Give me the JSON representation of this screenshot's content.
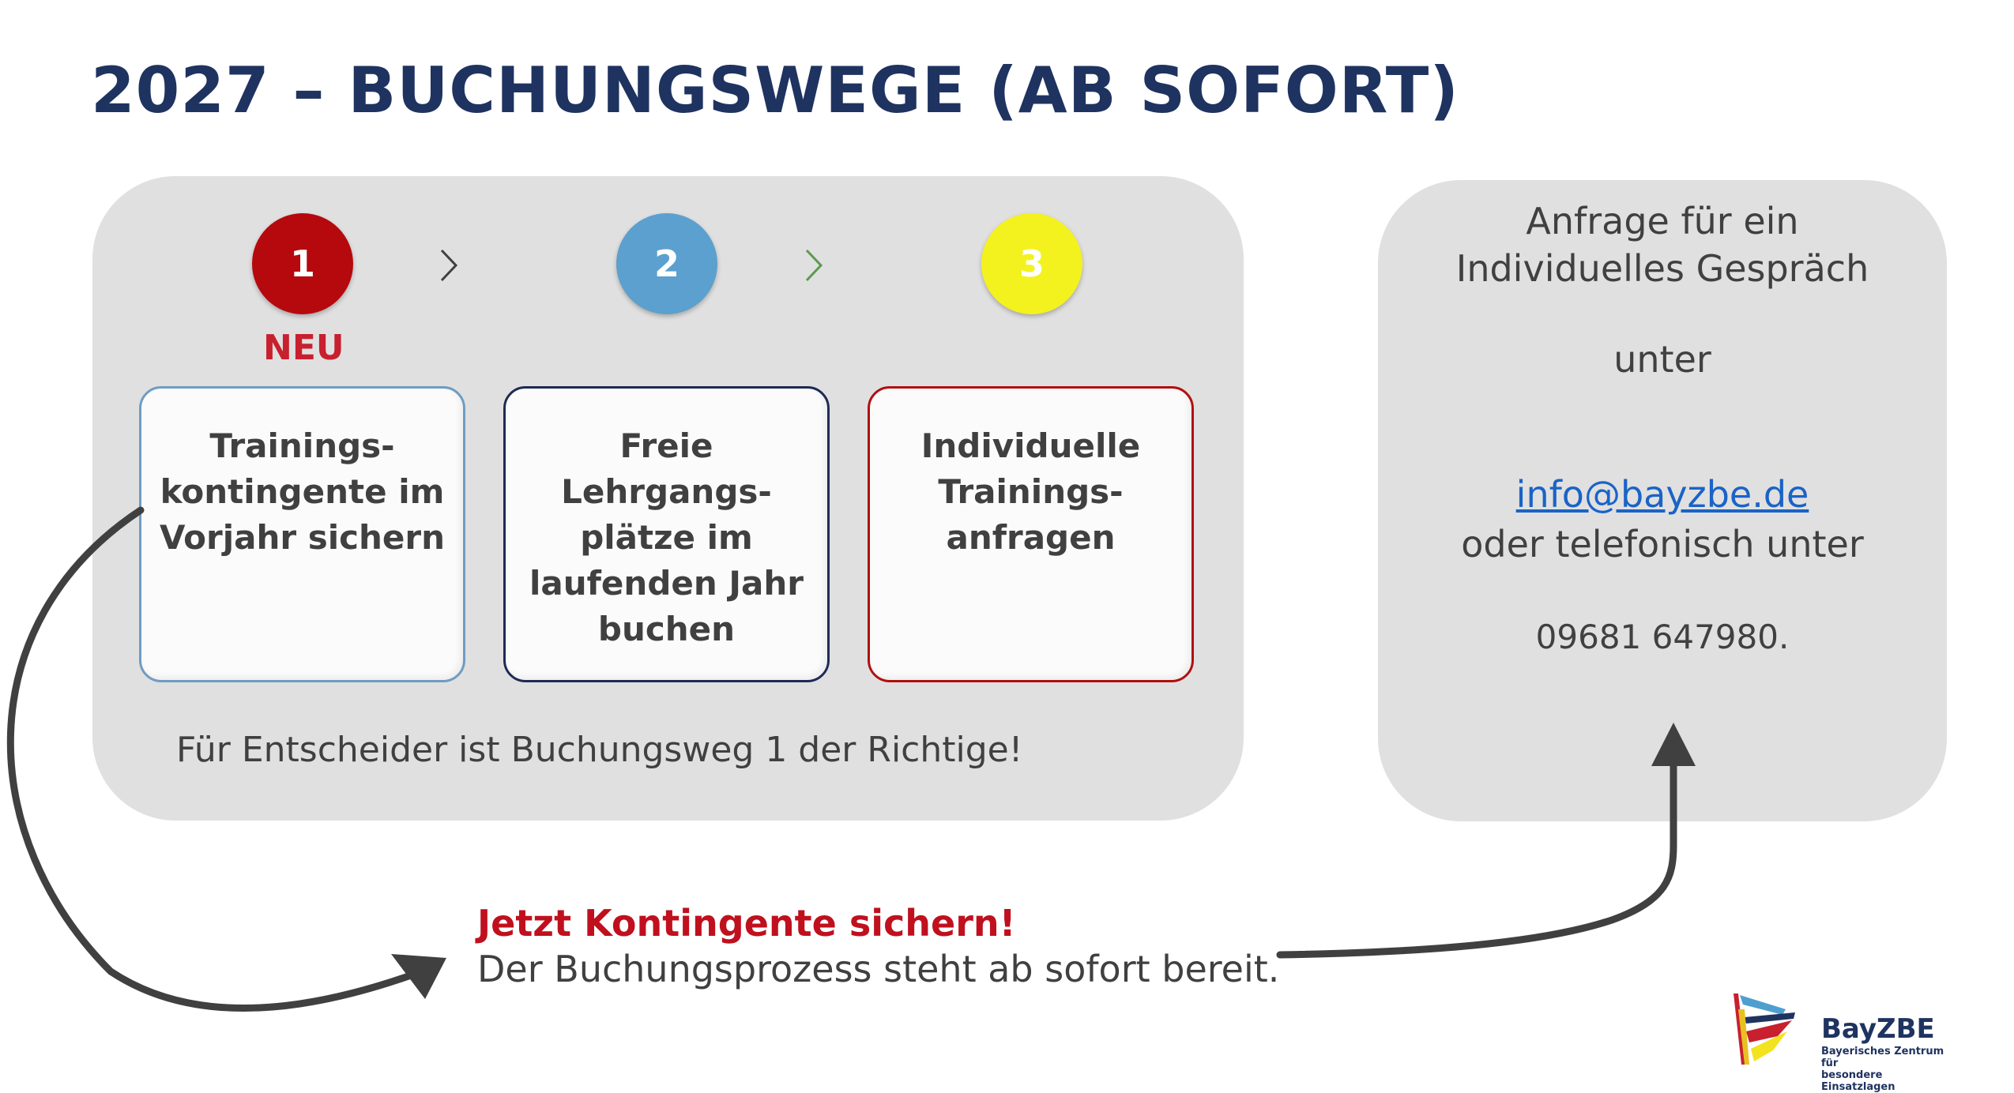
{
  "title": "2027 – BUCHUNGSWEGE (AB SOFORT)",
  "steps": [
    {
      "number": "1",
      "color": "#b5090e",
      "border": "#6f9cc2",
      "text": "Trainings-\nkontingente im\nVorjahr sichern"
    },
    {
      "number": "2",
      "color": "#5ba0cf",
      "border": "#1f2a55",
      "text": "Freie Lehrgangs-\nplätze im\nlaufenden Jahr\nbuchen"
    },
    {
      "number": "3",
      "color": "#f3f21e",
      "border": "#b01010",
      "text": "Individuelle\nTrainings-\nanfragen"
    }
  ],
  "neu_badge": "NEU",
  "panel_note": "Für Entscheider ist Buchungsweg 1 der Richtige!",
  "contact": {
    "heading": "Anfrage für ein\nIndividuelles Gespräch",
    "unter": "unter",
    "email": "info@bayzbe.de",
    "phone_intro": "oder telefonisch unter",
    "phone": "09681 647980."
  },
  "cta": {
    "headline": "Jetzt Kontingente sichern!",
    "subline": "Der Buchungsprozess steht ab sofort bereit."
  },
  "logo": {
    "name": "BayZBE",
    "subtitle": "Bayerisches Zentrum für\nbesondere Einsatzlagen"
  },
  "colors": {
    "title": "#1f3360",
    "panel_bg": "#e0e0e0",
    "neu": "#c8202e",
    "cta_headline": "#c0101e",
    "link": "#1a63c7",
    "arrow": "#404040"
  }
}
